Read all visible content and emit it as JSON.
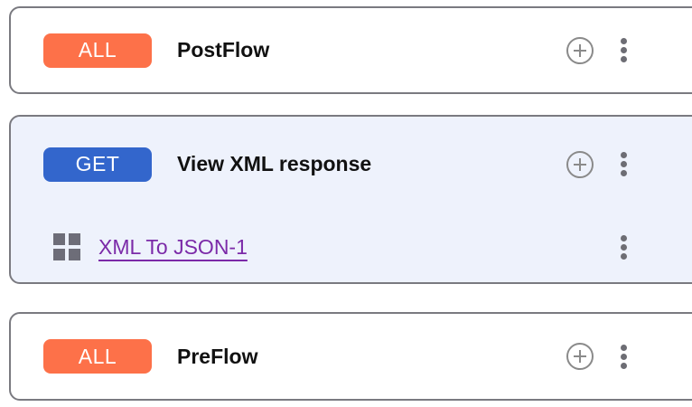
{
  "theme": {
    "badge_all_color": "#fd7149",
    "badge_get_color": "#3366cc",
    "selected_card_bg": "#eef2fc",
    "card_border_color": "#7a7a80",
    "policy_link_color": "#7b2aa8",
    "icon_gray": "#6d6d74"
  },
  "flows": [
    {
      "id": "postflow",
      "method_badge": "ALL",
      "badge_variant": "all",
      "title": "PostFlow",
      "selected": false,
      "add_icon": "plus-circle-icon",
      "menu_icon": "kebab-menu-icon",
      "policies": []
    },
    {
      "id": "view-xml-response",
      "method_badge": "GET",
      "badge_variant": "get",
      "title": "View XML response",
      "selected": true,
      "add_icon": "plus-circle-icon",
      "menu_icon": "kebab-menu-icon",
      "policies": [
        {
          "icon": "policy-grid-icon",
          "name": "XML To JSON-1",
          "menu_icon": "kebab-menu-icon"
        }
      ]
    },
    {
      "id": "preflow",
      "method_badge": "ALL",
      "badge_variant": "all",
      "title": "PreFlow",
      "selected": false,
      "add_icon": "plus-circle-icon",
      "menu_icon": "kebab-menu-icon",
      "policies": []
    }
  ]
}
